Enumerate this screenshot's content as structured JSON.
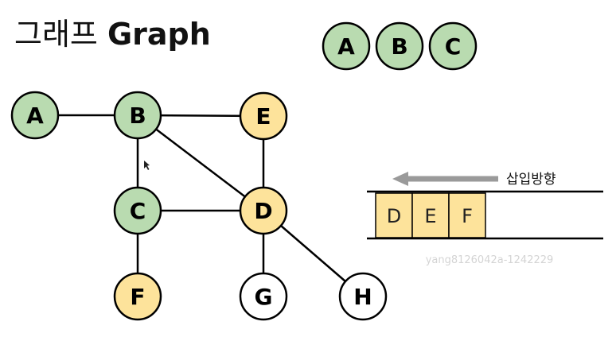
{
  "title": {
    "korean": "그래프",
    "english": "Graph"
  },
  "colors": {
    "visited": "#b9dbb0",
    "queued": "#fde39b",
    "unvisited": "#ffffff",
    "stroke": "#000000",
    "arrow": "#9a9a9a",
    "watermark": "#d4d4d4"
  },
  "visited_list": [
    "A",
    "B",
    "C"
  ],
  "graph": {
    "nodes": [
      {
        "id": "A",
        "label": "A",
        "state": "visited"
      },
      {
        "id": "B",
        "label": "B",
        "state": "visited"
      },
      {
        "id": "C",
        "label": "C",
        "state": "visited"
      },
      {
        "id": "D",
        "label": "D",
        "state": "queued"
      },
      {
        "id": "E",
        "label": "E",
        "state": "queued"
      },
      {
        "id": "F",
        "label": "F",
        "state": "queued"
      },
      {
        "id": "G",
        "label": "G",
        "state": "unvisited"
      },
      {
        "id": "H",
        "label": "H",
        "state": "unvisited"
      }
    ],
    "edges": [
      [
        "A",
        "B"
      ],
      [
        "B",
        "E"
      ],
      [
        "B",
        "C"
      ],
      [
        "B",
        "D"
      ],
      [
        "E",
        "D"
      ],
      [
        "C",
        "D"
      ],
      [
        "C",
        "F"
      ],
      [
        "D",
        "G"
      ],
      [
        "D",
        "H"
      ]
    ]
  },
  "queue": {
    "direction_label": "삽입방향",
    "items": [
      "D",
      "E",
      "F"
    ]
  },
  "watermark": "yang8126042a-1242229"
}
